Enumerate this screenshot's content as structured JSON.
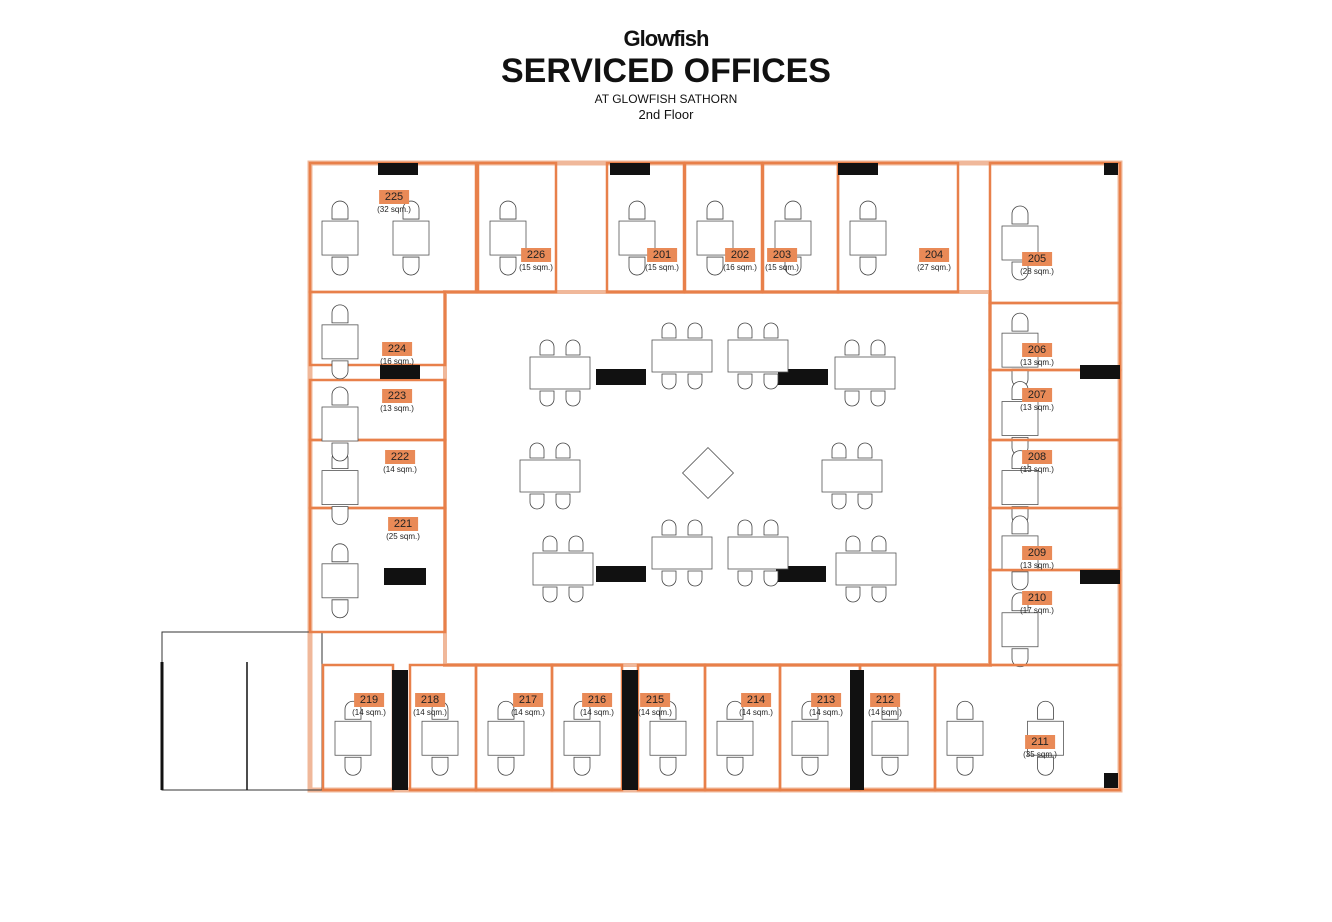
{
  "header": {
    "brand": "Glowfish",
    "title": "SERVICED OFFICES",
    "subtitle": "AT GLOWFISH SATHORN",
    "floor": "2nd Floor"
  },
  "colors": {
    "accent": "#e98a57",
    "wall": "#f0b89a",
    "partition": "#e8804a",
    "ink": "#111111"
  },
  "rooms": [
    {
      "number": "225",
      "area": "(32 sqm.)"
    },
    {
      "number": "226",
      "area": "(15 sqm.)"
    },
    {
      "number": "201",
      "area": "(15 sqm.)"
    },
    {
      "number": "202",
      "area": "(16 sqm.)"
    },
    {
      "number": "203",
      "area": "(15 sqm.)"
    },
    {
      "number": "204",
      "area": "(27 sqm.)"
    },
    {
      "number": "205",
      "area": "(28 sqm.)"
    },
    {
      "number": "206",
      "area": "(13 sqm.)"
    },
    {
      "number": "207",
      "area": "(13 sqm.)"
    },
    {
      "number": "208",
      "area": "(13 sqm.)"
    },
    {
      "number": "209",
      "area": "(13 sqm.)"
    },
    {
      "number": "210",
      "area": "(17 sqm.)"
    },
    {
      "number": "211",
      "area": "(35 sqm.)"
    },
    {
      "number": "212",
      "area": "(14 sqm.)"
    },
    {
      "number": "213",
      "area": "(14 sqm.)"
    },
    {
      "number": "214",
      "area": "(14 sqm.)"
    },
    {
      "number": "215",
      "area": "(14 sqm.)"
    },
    {
      "number": "216",
      "area": "(14 sqm.)"
    },
    {
      "number": "217",
      "area": "(14 sqm.)"
    },
    {
      "number": "218",
      "area": "(14 sqm.)"
    },
    {
      "number": "219",
      "area": "(14 sqm.)"
    },
    {
      "number": "221",
      "area": "(25 sqm.)"
    },
    {
      "number": "222",
      "area": "(14 sqm.)"
    },
    {
      "number": "223",
      "area": "(13 sqm.)"
    },
    {
      "number": "224",
      "area": "(16 sqm.)"
    }
  ]
}
